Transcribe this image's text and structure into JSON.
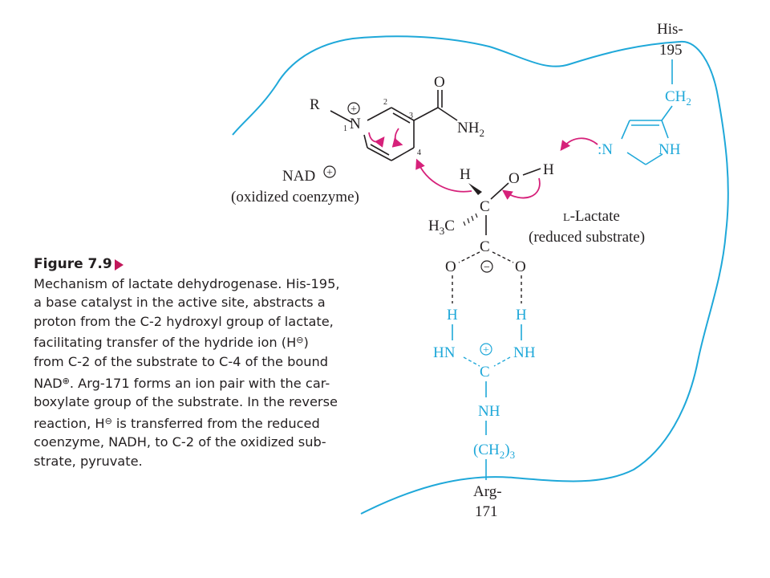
{
  "colors": {
    "black": "#231f20",
    "blue": "#1fa8d9",
    "magenta": "#d6217a",
    "caption": "#231f20"
  },
  "diagram": {
    "his_label": "His-",
    "his_number": "195",
    "arg_label": "Arg-",
    "arg_number": "171",
    "ch2": "CH",
    "ch2_sub": "2",
    "r_group": "R",
    "plus": "+",
    "minus": "−",
    "n_ring": "N",
    "atom_num_1": "1",
    "atom_num_2": "2",
    "atom_num_3": "3",
    "atom_num_4": "4",
    "carbonyl_o": "O",
    "nh2": "NH",
    "nh2_sub": "2",
    "nad": "NAD",
    "nad_desc": "(oxidized coenzyme)",
    "imid_n": ":N",
    "imid_nh": "NH",
    "h_hydride": "H",
    "o_hydroxyl": "O",
    "h_hydroxyl": "H",
    "c2": "C",
    "h3c": "H",
    "h3c_sub": "3",
    "h3c_c": "C",
    "lactate_small": "L",
    "lactate_rest": "-Lactate",
    "lactate_desc": "(reduced substrate)",
    "carboxyl_c": "C",
    "o_left": "O",
    "o_right": "O",
    "h_left": "H",
    "h_right": "H",
    "hn_left": "HN",
    "nh_right": "NH",
    "guan_c": "C",
    "nh_chain": "NH",
    "ch2_3_open": "(CH",
    "ch2_3_sub": "2",
    "ch2_3_close": ")",
    "ch2_3_count": "3"
  },
  "caption": {
    "title": "Figure 7.9",
    "lines": [
      [
        "Mechanism of lactate dehydrogenase. His-195,"
      ],
      [
        "a base catalyst in the active site, abstracts a"
      ],
      [
        "proton from the C-2 hydroxyl group of lactate,"
      ],
      [
        "facilitating transfer of the hydride ion (H",
        "⊖",
        ")"
      ],
      [
        "from C-2 of the substrate to C-4 of the bound"
      ],
      [
        "NAD",
        "⊕",
        ". Arg-171 forms an ion pair with the car-"
      ],
      [
        "boxylate group of the substrate. In the reverse"
      ],
      [
        "reaction, H",
        "⊖",
        " is transferred from the reduced"
      ],
      [
        "coenzyme, NADH, to C-2 of the oxidized sub-"
      ],
      [
        "strate, pyruvate."
      ]
    ]
  }
}
